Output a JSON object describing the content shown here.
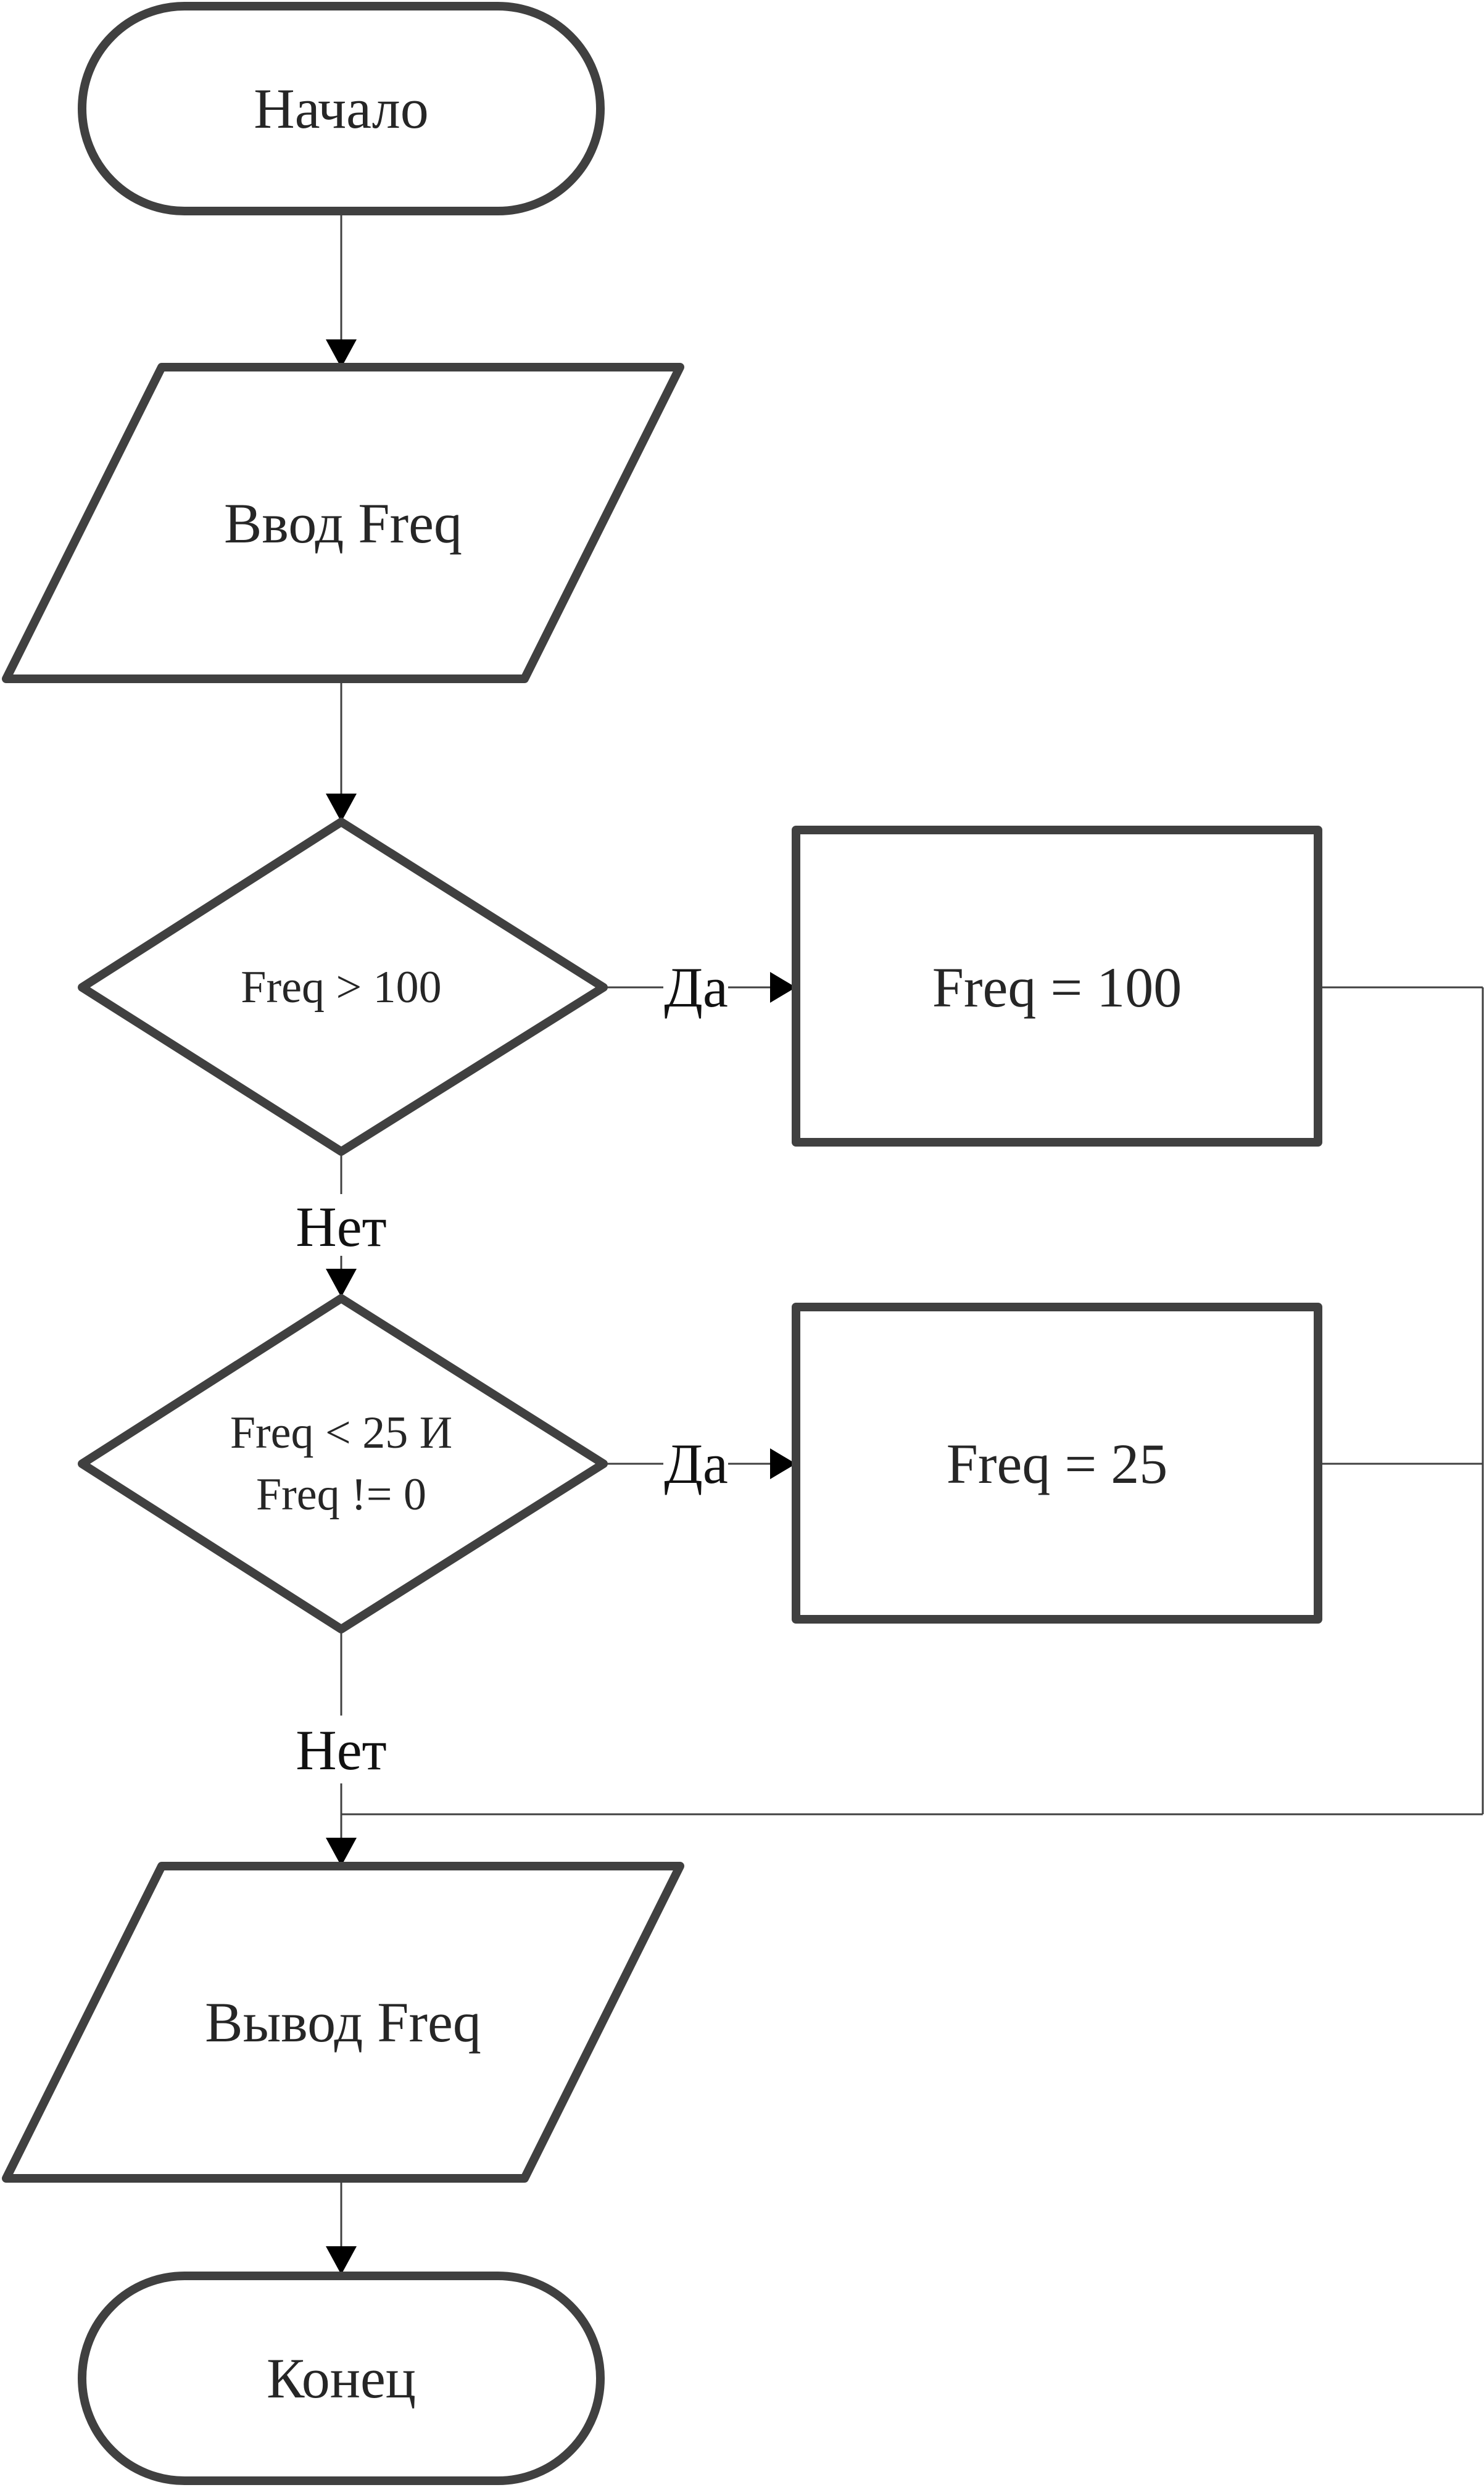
{
  "nodes": {
    "start": {
      "label": "Начало"
    },
    "input": {
      "label": "Ввод Freq"
    },
    "decision1": {
      "label": "Freq > 100"
    },
    "assign100": {
      "label": "Freq = 100"
    },
    "decision2": {
      "lines": [
        "Freq < 25 И",
        "Freq != 0"
      ]
    },
    "assign25": {
      "label": "Freq = 25"
    },
    "output": {
      "label": "Вывод Freq"
    },
    "end": {
      "label": "Конец"
    }
  },
  "edges": {
    "yes1": "Да",
    "no1": "Нет",
    "yes2": "Да",
    "no2": "Нет"
  },
  "colors": {
    "stroke": "#404040",
    "text": "#262626",
    "background": "#ffffff"
  }
}
